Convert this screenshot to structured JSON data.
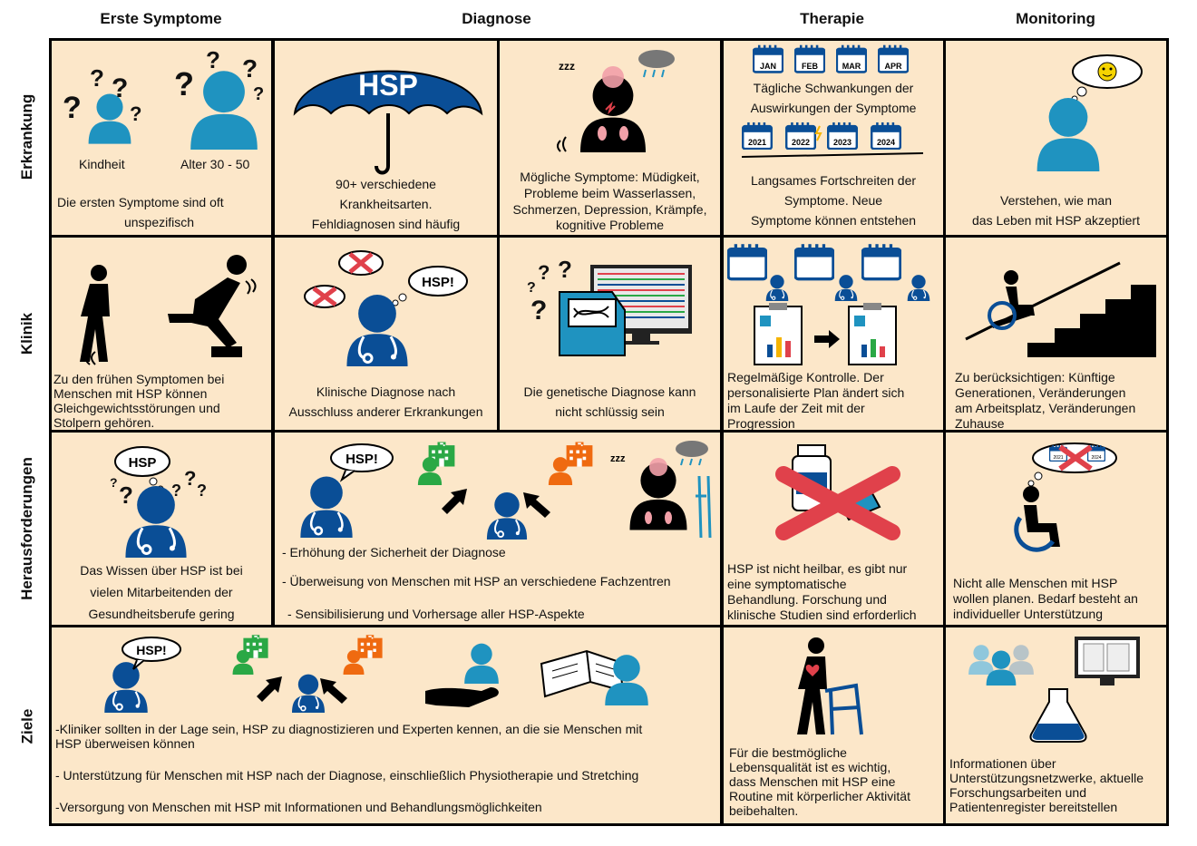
{
  "columns": [
    "Erste Symptome",
    "Diagnose",
    "Therapie",
    "Monitoring"
  ],
  "rows": [
    "Erkrankung",
    "Klinik",
    "Herausforderungen",
    "Ziele"
  ],
  "colors": {
    "cell_bg": "#fce7c9",
    "blue": "#0a4e96",
    "teal": "#1f93c0",
    "green": "#2aa845",
    "orange": "#ef6a10",
    "red": "#e0414b"
  },
  "erkrankung": {
    "erste": {
      "label_child": "Kindheit",
      "label_adult": "Alter 30 - 50",
      "text": [
        "Die ersten Symptome sind oft",
        "unspezifisch"
      ]
    },
    "diagnose_a": {
      "umbrella_label": "HSP",
      "text": [
        "90+ verschiedene",
        "Krankheitsarten.",
        "Fehldiagnosen sind häufig"
      ]
    },
    "diagnose_b": {
      "text": [
        "Mögliche Symptome: Müdigkeit,",
        "Probleme beim Wasserlassen,",
        "Schmerzen, Depression, Krämpfe,",
        "kognitive Probleme"
      ]
    },
    "therapie": {
      "months": [
        "JAN",
        "FEB",
        "MAR",
        "APR"
      ],
      "text1": [
        "Tägliche Schwankungen der",
        "Auswirkungen der Symptome"
      ],
      "years": [
        "2021",
        "2022",
        "2023",
        "2024"
      ],
      "text2": [
        "Langsames Fortschreiten der",
        "Symptome. Neue",
        "Symptome  können entstehen"
      ]
    },
    "monitoring": {
      "text": [
        "Verstehen, wie man",
        "das Leben mit HSP akzeptiert"
      ]
    }
  },
  "klinik": {
    "erste": {
      "text": [
        "Zu den frühen Symptomen bei",
        "Menschen mit HSP können",
        "Gleichgewichtsstörungen und",
        "Stolpern gehören."
      ]
    },
    "diagnose_a": {
      "bubble": "HSP!",
      "text": [
        "Klinische Diagnose nach",
        "Ausschluss anderer Erkrankungen"
      ]
    },
    "diagnose_b": {
      "text": [
        "Die genetische Diagnose kann",
        "nicht schlüssig sein"
      ]
    },
    "therapie": {
      "text": [
        "Regelmäßige Kontrolle. Der",
        "personalisierte Plan ändert sich",
        "im Laufe der Zeit mit der",
        "Progression"
      ]
    },
    "monitoring": {
      "text": [
        "Zu berücksichtigen: Künftige",
        "Generationen, Veränderungen",
        "am Arbeitsplatz, Veränderungen",
        "Zuhause"
      ]
    }
  },
  "herausforderungen": {
    "erste": {
      "bubble": "HSP",
      "text": [
        "Das Wissen über HSP ist bei",
        "vielen Mitarbeitenden der",
        "Gesundheitsberufe gering"
      ]
    },
    "diagnose": {
      "bubble": "HSP!",
      "bullets": [
        "- Erhöhung der Sicherheit der Diagnose",
        "- Überweisung von Menschen mit HSP an verschiedene Fachzentren",
        "- Sensibilisierung und Vorhersage aller HSP-Aspekte"
      ]
    },
    "therapie": {
      "text": [
        "HSP ist nicht heilbar, es gibt nur",
        "eine symptomatische",
        "Behandlung. Forschung und",
        "klinische Studien sind erforderlich"
      ]
    },
    "monitoring": {
      "years": [
        "2021",
        "2024"
      ],
      "text": [
        "Nicht alle Menschen mit HSP",
        "wollen planen. Bedarf besteht an",
        "individueller Unterstützung"
      ]
    }
  },
  "ziele": {
    "main": {
      "bubble": "HSP!",
      "lines": [
        "-Kliniker sollten in der Lage sein, HSP zu diagnostizieren und Experten kennen, an die sie Menschen mit",
        "HSP überweisen können",
        "- Unterstützung für Menschen mit HSP nach der Diagnose, einschließlich Physiotherapie und Stretching",
        "-Versorgung von Menschen mit HSP mit Informationen und Behandlungsmöglichkeiten"
      ]
    },
    "therapie": {
      "text": [
        "Für die bestmögliche",
        "Lebensqualität ist es wichtig,",
        "dass Menschen mit HSP eine",
        "Routine mit körperlicher Aktivität",
        "beibehalten."
      ]
    },
    "monitoring": {
      "text": [
        "Informationen über",
        "Unterstützungsnetzwerke, aktuelle",
        "Forschungsarbeiten und",
        "Patientenregister bereitstellen"
      ]
    }
  }
}
